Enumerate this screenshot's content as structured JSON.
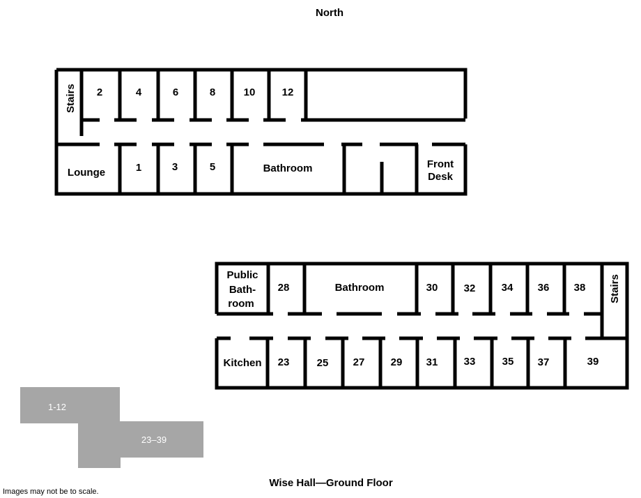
{
  "compass": "North",
  "building_a": {
    "stairs": "Stairs",
    "rooms_north": [
      "2",
      "4",
      "6",
      "8",
      "10",
      "12"
    ],
    "lounge": "Lounge",
    "rooms_south": [
      "1",
      "3",
      "5"
    ],
    "bathroom": "Bathroom",
    "front_desk": [
      "Front",
      "Desk"
    ]
  },
  "building_b": {
    "public_bathroom": [
      "Public",
      "Bath-",
      "room"
    ],
    "rooms_north": [
      "28",
      "30",
      "32",
      "34",
      "36",
      "38"
    ],
    "bathroom": "Bathroom",
    "stairs": "Stairs",
    "kitchen": "Kitchen",
    "rooms_south": [
      "23",
      "25",
      "27",
      "29",
      "31",
      "33",
      "35",
      "37",
      "39"
    ]
  },
  "key": {
    "block_a": "1-12",
    "block_b": "23–39",
    "color": "#a6a6a6"
  },
  "title": "Wise Hall—Ground Floor",
  "note": "Images may not be to scale."
}
